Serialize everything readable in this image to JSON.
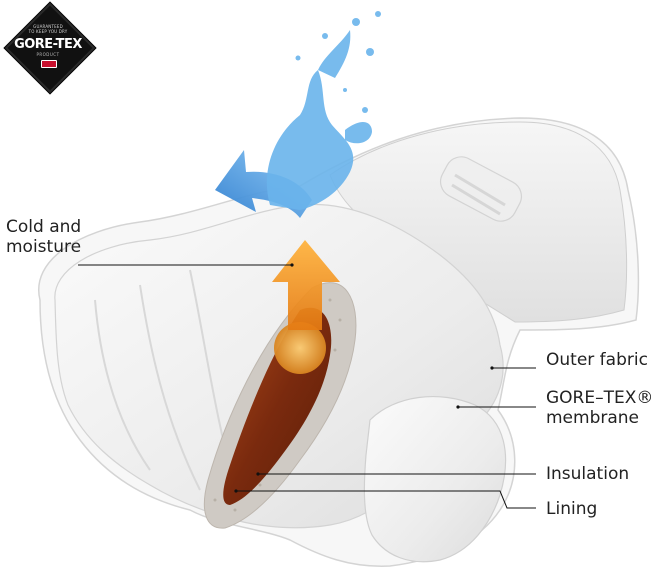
{
  "badge": {
    "tagline_line1": "GUARANTEED",
    "tagline_line2": "TO KEEP YOU DRY",
    "wordmark": "GORE-TEX",
    "product": "PRODUCT"
  },
  "labels": {
    "cold_moisture_line1": "Cold and",
    "cold_moisture_line2": "moisture",
    "outer_fabric": "Outer fabric",
    "membrane_line1": "GORE–TEX®",
    "membrane_line2": "membrane",
    "insulation": "Insulation",
    "lining": "Lining"
  },
  "colors": {
    "water_blue": "#5aa8e6",
    "warm_arrow_orange": "#f59a1c",
    "lining_brown": "#8a3412",
    "glove_white": "#f2f2f2"
  }
}
